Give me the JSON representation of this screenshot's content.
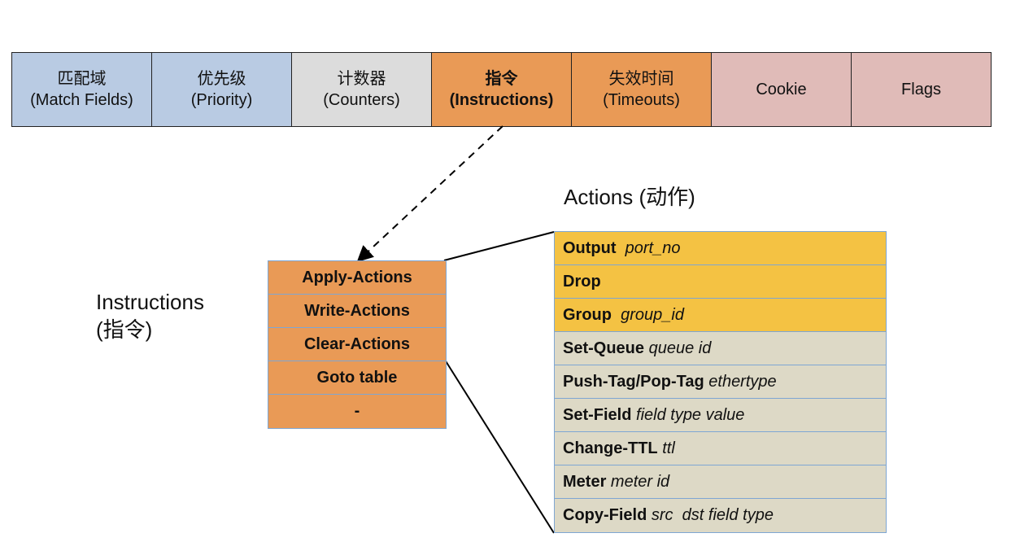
{
  "flow_entry_fields": [
    {
      "zh": "匹配域",
      "en": "(Match Fields)",
      "color": "#b9cbe3",
      "bold": false
    },
    {
      "zh": "优先级",
      "en": "(Priority)",
      "color": "#b9cbe3",
      "bold": false
    },
    {
      "zh": "计数器",
      "en": "(Counters)",
      "color": "#dcdcdc",
      "bold": false
    },
    {
      "zh": "指令",
      "en": "(Instructions)",
      "color": "#e99a56",
      "bold": true
    },
    {
      "zh": "失效时间",
      "en": "(Timeouts)",
      "color": "#e99a56",
      "bold": false
    },
    {
      "zh": "",
      "en": "Cookie",
      "color": "#e0bbb8",
      "bold": false
    },
    {
      "zh": "",
      "en": "Flags",
      "color": "#e0bbb8",
      "bold": false
    }
  ],
  "instructions": {
    "label_line1": "Instructions",
    "label_line2": "(指令)",
    "items": [
      "Apply-Actions",
      "Write-Actions",
      "Clear-Actions",
      "Goto table",
      "-"
    ]
  },
  "actions": {
    "title": "Actions (动作)",
    "items": [
      {
        "name": "Output",
        "arg": "  port_no",
        "highlight": true
      },
      {
        "name": "Drop",
        "arg": "",
        "highlight": true
      },
      {
        "name": "Group",
        "arg": "  group_id",
        "highlight": true
      },
      {
        "name": "Set-Queue",
        "arg": " queue id",
        "highlight": false
      },
      {
        "name": "Push-Tag/Pop-Tag",
        "arg": " ethertype",
        "highlight": false
      },
      {
        "name": "Set-Field",
        "arg": " field type value",
        "highlight": false
      },
      {
        "name": "Change-TTL",
        "arg": " ttl",
        "highlight": false
      },
      {
        "name": "Meter",
        "arg": " meter id",
        "highlight": false
      },
      {
        "name": "Copy-Field",
        "arg": " src  dst field type",
        "highlight": false
      }
    ]
  },
  "colors": {
    "match_priority": "#b9cbe3",
    "counters": "#dcdcdc",
    "instructions": "#e99a56",
    "cookie_flags": "#e0bbb8",
    "action_highlight": "#f4c243",
    "action_other": "#ddd9c6",
    "table_border": "#7ea6d3"
  }
}
